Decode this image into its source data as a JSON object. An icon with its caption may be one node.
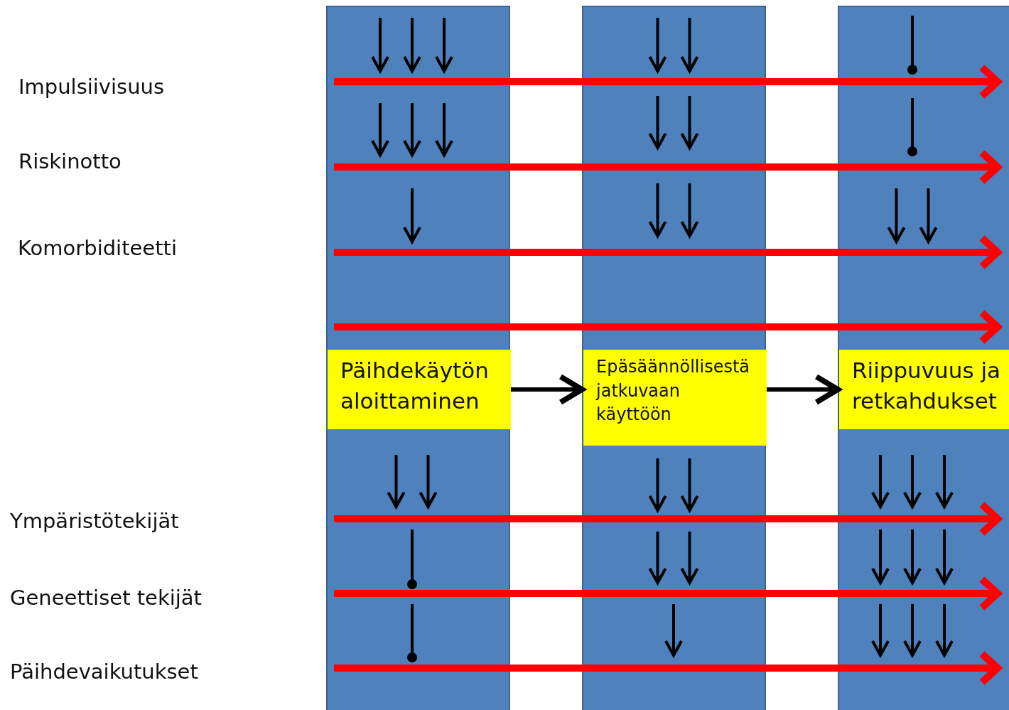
{
  "diagram": {
    "nodes": [
      {
        "text": [],
        "shape": "bar"
      },
      {
        "text": [],
        "shape": "bar"
      },
      {
        "text": [],
        "shape": "bar"
      },
      {
        "text": [
          "Päihdekäytön aloittaminen"
        ],
        "in": 0
      },
      {
        "text": [
          "Epäsäännöllisestä jatkuvaan käyttöön"
        ],
        "in": 1
      },
      {
        "text": [
          "Riippuvuus ja retkahdukset"
        ],
        "in": 2
      }
    ],
    "edges": [
      {
        "from": 3,
        "to": 4,
        "arrow": "to"
      },
      {
        "from": 4,
        "to": 5,
        "arrow": "to"
      }
    ],
    "labels": [
      "Impulsiivisuus",
      "Riskinotto",
      "Komorbiditeetti",
      "Ympäristötekijät",
      "Geneettiset tekijät",
      "Päihdevaikutukset"
    ]
  }
}
